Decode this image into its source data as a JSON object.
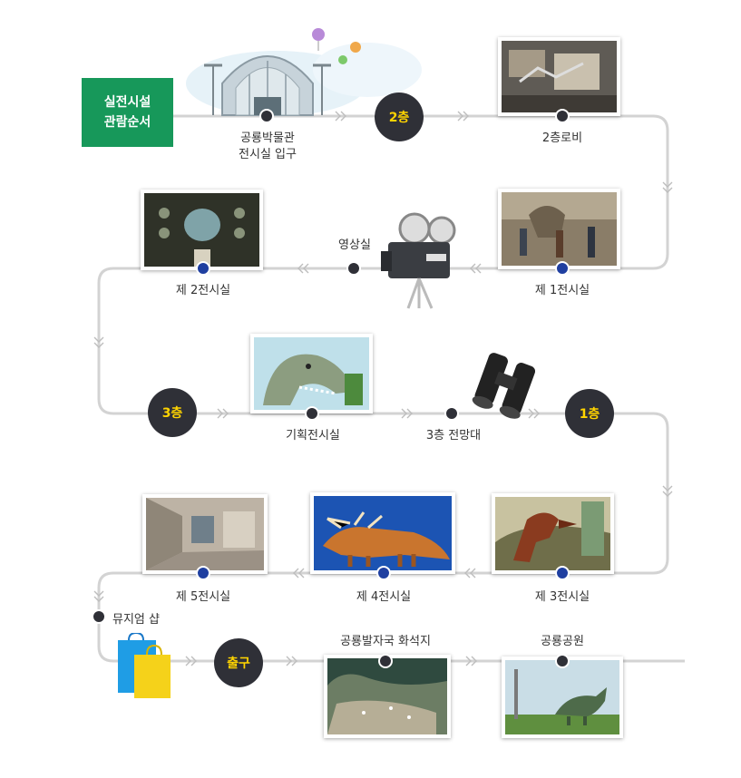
{
  "title": {
    "line1": "실전시설",
    "line2": "관람순서"
  },
  "floors": {
    "f2": "2층",
    "f3": "3층",
    "f1": "1층",
    "exit": "출구"
  },
  "stops": {
    "entrance_line1": "공룡박물관",
    "entrance_line2": "전시실 입구",
    "lobby2": "2층로비",
    "hall1": "제 1전시실",
    "theater": "영상실",
    "hall2": "제 2전시실",
    "special": "기획전시실",
    "observatory": "3층 전망대",
    "hall3": "제 3전시실",
    "hall4": "제 4전시실",
    "hall5": "제 5전시실",
    "shop": "뮤지엄 샵",
    "footprint": "공룡발자국 화석지",
    "park": "공룡공원"
  },
  "colors": {
    "green": "#17985a",
    "dark": "#2f3037",
    "yellow": "#ffd400",
    "line": "#d0d0d0",
    "blue": "#1f3fa0"
  }
}
